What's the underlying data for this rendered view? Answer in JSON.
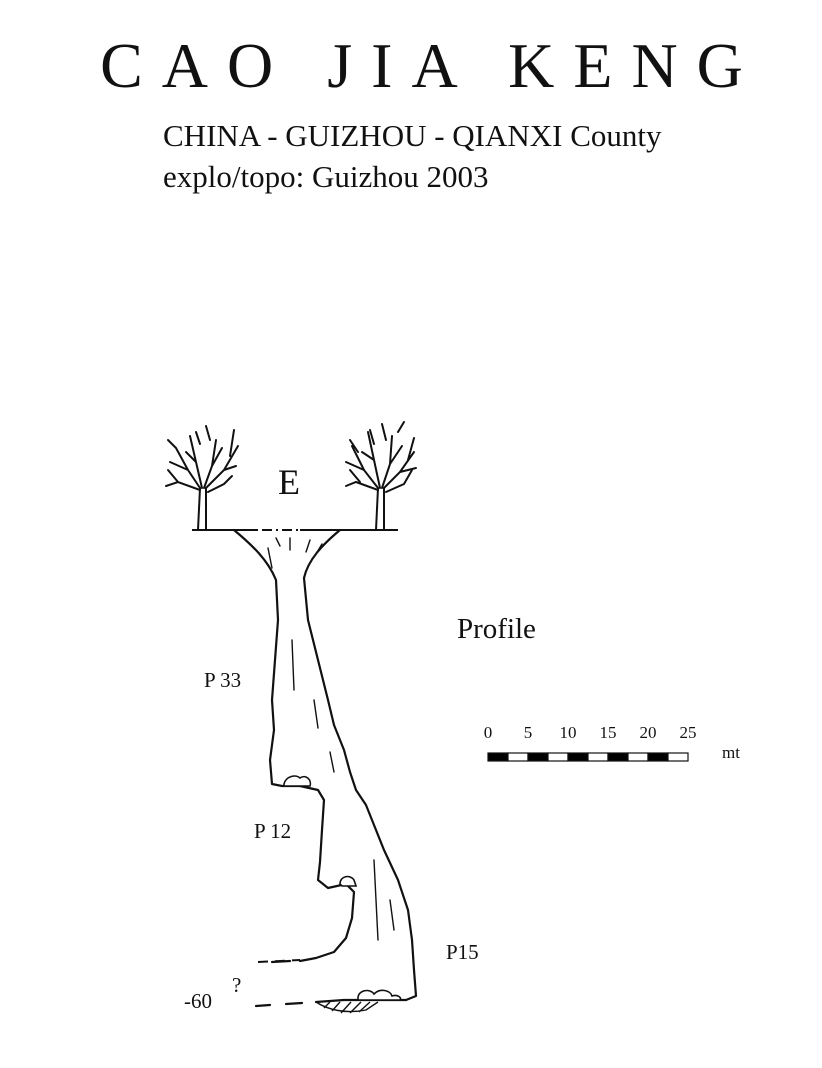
{
  "header": {
    "title": "CAO JIA KENG",
    "location": "CHINA - GUIZHOU - QIANXI  County",
    "survey": "explo/topo: Guizhou 2003"
  },
  "profile": {
    "view_label": "Profile",
    "entrance_label": "E",
    "pitches": [
      {
        "label": "P 33"
      },
      {
        "label": "P 12"
      },
      {
        "label": "P15"
      }
    ],
    "depth_label": "-60",
    "unknown_mark": "?"
  },
  "scale_bar": {
    "ticks": [
      "0",
      "5",
      "10",
      "15",
      "20",
      "25"
    ],
    "unit": "mt",
    "colors": {
      "fill": "#000000",
      "empty": "#ffffff"
    }
  }
}
